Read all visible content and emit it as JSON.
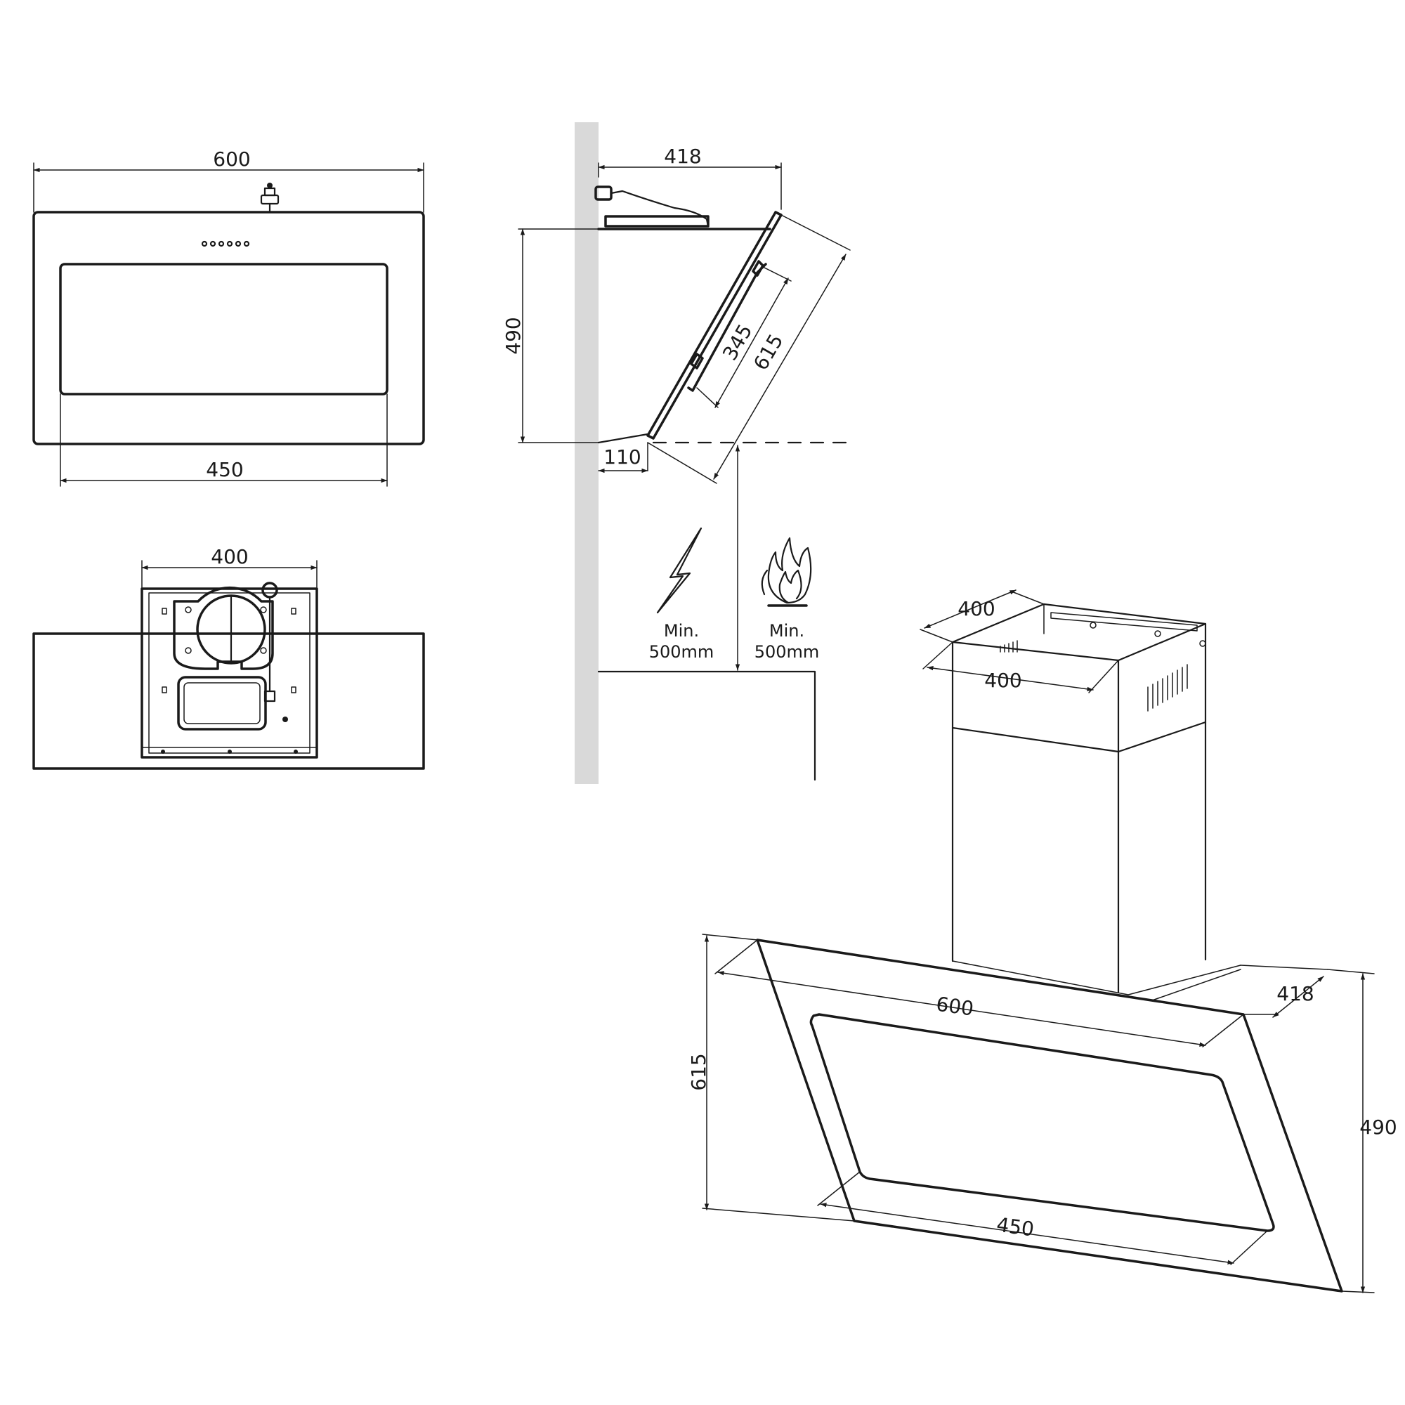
{
  "front_view": {
    "overall_width": "600",
    "window_width": "450"
  },
  "top_view": {
    "chimney_width": "400"
  },
  "side_view": {
    "depth": "418",
    "height": "490",
    "glass_length": "615",
    "filter_length": "345",
    "bottom_offset": "110",
    "clearance_electric_label": "Min.",
    "clearance_electric_value": "500mm",
    "clearance_gas_label": "Min.",
    "clearance_gas_value": "500mm"
  },
  "iso_view": {
    "chimney_depth": "400",
    "chimney_width": "400",
    "hood_width": "600",
    "window_width": "450",
    "glass_height": "615",
    "depth": "418",
    "height": "490"
  },
  "icons": [
    "lightning-icon",
    "flame-icon",
    "power-plug-icon"
  ]
}
